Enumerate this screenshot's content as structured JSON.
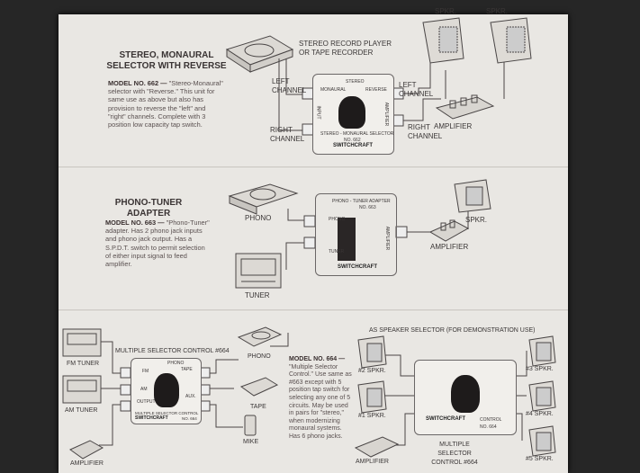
{
  "section1": {
    "title": "STEREO, MONAURAL SELECTOR WITH REVERSE",
    "model": "MODEL NO. 662 —",
    "description": "\"Stereo-Monaural\" selector with \"Reverse.\" This unit for same use as above but also has provision to reverse the \"left\" and \"right\" channels. Complete with 3 position low capacity tap switch.",
    "source_label": "STEREO RECORD PLAYER OR TAPE RECORDER",
    "left_channel_in": "LEFT CHANNEL",
    "right_channel_in": "RIGHT CHANNEL",
    "left_channel_out": "LEFT CHANNEL",
    "right_channel_out": "RIGHT CHANNEL",
    "speaker1": "SPKR.",
    "speaker2": "SPKR.",
    "amplifier": "AMPLIFIER",
    "device": {
      "stereo": "STEREO",
      "monaural": "MONAURAL",
      "reverse": "REVERSE",
      "input": "INPUT",
      "amplifier": "AMPLIFIER",
      "name": "STEREO - MONAURAL SELECTOR",
      "number": "NO. 662",
      "brand": "SWITCHCRAFT"
    }
  },
  "section2": {
    "title": "PHONO-TUNER ADAPTER",
    "model": "MODEL NO. 663 —",
    "description": "\"Phono-Tuner\" adapter. Has 2 phono jack inputs and phono jack output. Has a S.P.D.T. switch to permit selection of either input signal to feed amplifier.",
    "phono": "PHONO",
    "tuner": "TUNER",
    "speaker": "SPKR.",
    "amplifier": "AMPLIFIER",
    "device": {
      "name": "PHONO - TUNER ADAPTER",
      "number": "NO. 663",
      "phono": "PHONO",
      "tuner": "TUNER",
      "amplifier": "AMPLIFIER",
      "brand": "SWITCHCRAFT"
    }
  },
  "section3": {
    "fm_tuner": "FM TUNER",
    "am_tuner": "AM TUNER",
    "amplifier": "AMPLIFIER",
    "control_label": "MULTIPLE SELECTOR CONTROL #664",
    "phono": "PHONO",
    "tape": "TAPE",
    "mike": "MIKE",
    "device": {
      "fm": "FM",
      "am": "AM",
      "phono": "PHONO",
      "tape": "TAPE",
      "aux": "AUX.",
      "output": "OUTPUT",
      "name": "MULTIPLE SELECTOR CONTROL",
      "number": "NO. 664",
      "brand": "SWITCHCRAFT"
    },
    "model": "MODEL NO. 664 —",
    "description": "\"Multiple Selector Control.\" Use same as #663 except with 5 position tap switch for selecting any one of 5 circuits. May be used in pairs for \"stereo,\" when modernizing monaural systems. Has 6 phono jacks.",
    "speaker_selector_heading": "AS SPEAKER SELECTOR (FOR DEMONSTRATION USE)",
    "spkr1": "#1 SPKR.",
    "spkr2": "#2 SPKR.",
    "spkr3": "#3 SPKR.",
    "spkr4": "#4 SPKR.",
    "spkr5": "#5 SPKR.",
    "amplifier2": "AMPLIFIER",
    "control_label2": "MULTIPLE SELECTOR CONTROL #664",
    "device2": {
      "brand": "SWITCHCRAFT",
      "name": "CONTROL NO. 664"
    }
  }
}
